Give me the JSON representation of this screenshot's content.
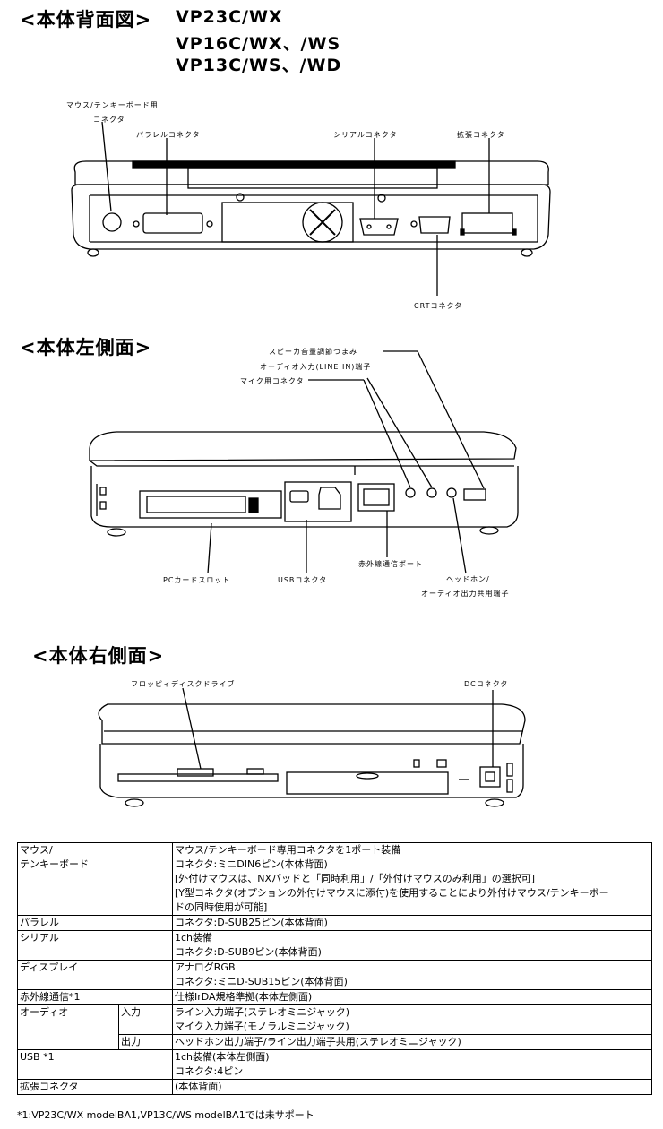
{
  "headings": {
    "rear": "<本体背面図>",
    "rear_models": [
      "VP23C/WX",
      "VP16C/WX、/WS",
      "VP13C/WS、/WD"
    ],
    "left": "<本体左側面>",
    "right": "<本体右側面>"
  },
  "rear_labels": {
    "mouse_line1": "マウス/テンキーボード用",
    "mouse_line2": "コネクタ",
    "parallel": "パラレルコネクタ",
    "serial": "シリアルコネクタ",
    "expansion": "拡張コネクタ",
    "crt": "CRTコネクタ"
  },
  "left_labels": {
    "speaker": "スピーカ音量調節つまみ",
    "audio_in": "オーディオ入力(LINE IN)端子",
    "mic": "マイク用コネクタ",
    "pc_card": "PCカードスロット",
    "usb": "USBコネクタ",
    "infrared": "赤外線通信ポート",
    "headphone_line1": "ヘッドホン/",
    "headphone_line2": "オーディオ出力共用端子"
  },
  "right_labels": {
    "floppy": "フロッピィディスクドライブ",
    "dc": "DCコネクタ"
  },
  "spec_table": {
    "mouse_label1": "マウス/",
    "mouse_label2": "テンキーボード",
    "mouse_lines": [
      "マウス/テンキーボード専用コネクタを1ポート装備",
      "コネクタ:ミニDIN6ピン(本体背面)",
      "[外付けマウスは、NXパッドと「同時利用」/「外付けマウスのみ利用」の選択可]",
      "[Y型コネクタ(オプションの外付けマウスに添付)を使用することにより外付けマウス/テンキーボー",
      "ドの同時使用が可能]"
    ],
    "parallel_label": "パラレル",
    "parallel_lines": [
      "コネクタ:D-SUB25ピン(本体背面)"
    ],
    "serial_label": "シリアル",
    "serial_lines": [
      "1ch装備",
      "コネクタ:D-SUB9ピン(本体背面)"
    ],
    "display_label": "ディスプレイ",
    "display_lines": [
      "アナログRGB",
      "コネクタ:ミニD-SUB15ピン(本体背面)"
    ],
    "infrared_label": "赤外線通信*1",
    "infrared_lines": [
      "仕様IrDA規格準拠(本体左側面)"
    ],
    "audio_label": "オーディオ",
    "audio_in_label": "入力",
    "audio_in_lines": [
      "ライン入力端子(ステレオミニジャック)",
      "マイク入力端子(モノラルミニジャック)"
    ],
    "audio_out_label": "出力",
    "audio_out_lines": [
      "ヘッドホン出力端子/ライン出力端子共用(ステレオミニジャック)"
    ],
    "usb_label": "USB *1",
    "usb_lines": [
      "1ch装備(本体左側面)",
      "コネクタ:4ピン"
    ],
    "expansion_label": "拡張コネクタ",
    "expansion_lines": [
      "(本体背面)"
    ]
  },
  "footnote": "*1:VP23C/WX modelBA1,VP13C/WS modelBA1では未サポート"
}
